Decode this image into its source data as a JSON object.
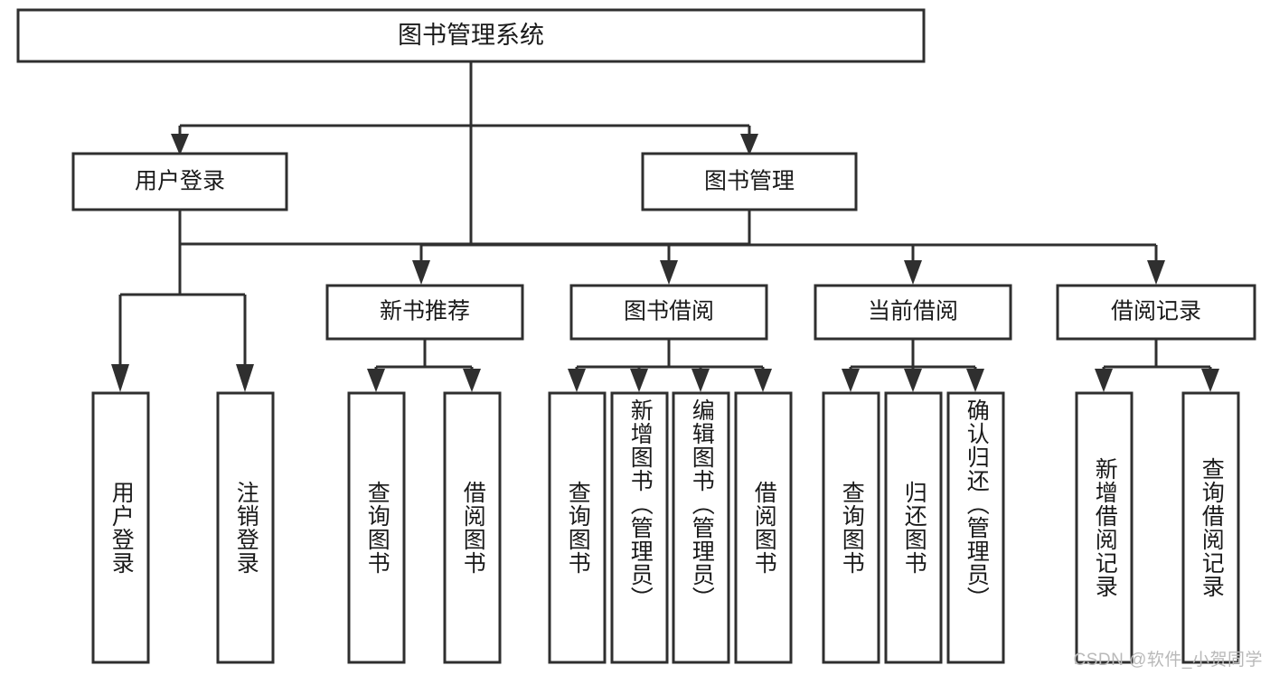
{
  "diagram": {
    "title": "图书管理系统",
    "type": "tree-hierarchy-diagram",
    "colors": {
      "stroke": "#2f2f2f",
      "fill": "#ffffff",
      "text": "#1a1a1a",
      "watermark": "#b9b9b9"
    },
    "root": {
      "id": "root",
      "label": "图书管理系统"
    },
    "level2": [
      {
        "id": "user-login",
        "label": "用户登录"
      },
      {
        "id": "book-management",
        "label": "图书管理"
      }
    ],
    "level3": [
      {
        "id": "new-book-recommend",
        "label": "新书推荐"
      },
      {
        "id": "book-borrow",
        "label": "图书借阅"
      },
      {
        "id": "current-borrow",
        "label": "当前借阅"
      },
      {
        "id": "borrow-record",
        "label": "借阅记录"
      }
    ],
    "leaves": {
      "user_login": [
        {
          "id": "leaf-user-login",
          "label": "用户登录"
        },
        {
          "id": "leaf-logout-login",
          "label": "注销登录"
        }
      ],
      "new_book_recommend": [
        {
          "id": "leaf-query-book-1",
          "label": "查询图书"
        },
        {
          "id": "leaf-borrow-book-1",
          "label": "借阅图书"
        }
      ],
      "book_borrow": [
        {
          "id": "leaf-query-book-2",
          "label": "查询图书"
        },
        {
          "id": "leaf-add-book",
          "label": "新增图书（管理员）"
        },
        {
          "id": "leaf-edit-book",
          "label": "编辑图书（管理员）"
        },
        {
          "id": "leaf-borrow-book-2",
          "label": "借阅图书"
        }
      ],
      "current_borrow": [
        {
          "id": "leaf-query-book-3",
          "label": "查询图书"
        },
        {
          "id": "leaf-return-book",
          "label": "归还图书"
        },
        {
          "id": "leaf-confirm-return",
          "label": "确认归还（管理员）"
        }
      ],
      "borrow_record": [
        {
          "id": "leaf-add-record",
          "label": "新增借阅记录"
        },
        {
          "id": "leaf-query-record",
          "label": "查询借阅记录"
        }
      ]
    }
  },
  "watermark": {
    "text": "CSDN @软件_小贺同学"
  }
}
